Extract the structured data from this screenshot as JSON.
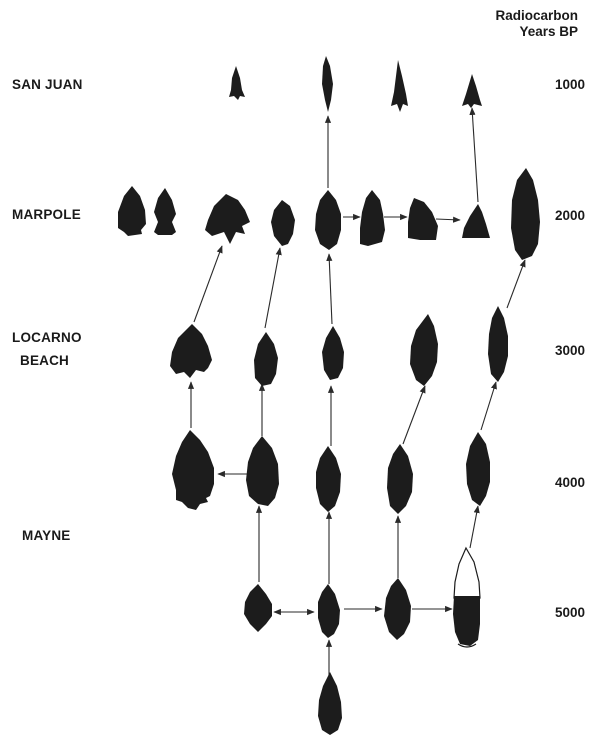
{
  "axis": {
    "title_line1": "Radiocarbon",
    "title_line2": "Years BP",
    "ticks": [
      "1000",
      "2000",
      "3000",
      "4000",
      "5000"
    ]
  },
  "phases": {
    "san_juan": "SAN JUAN",
    "marpole": "MARPOLE",
    "locarno_line1": "LOCARNO",
    "locarno_line2": "BEACH",
    "mayne": "MAYNE"
  },
  "colors": {
    "point_fill": "#1c1c1c",
    "arrow": "#2a2a2a",
    "text": "#1a1a1a",
    "background": "#ffffff"
  }
}
